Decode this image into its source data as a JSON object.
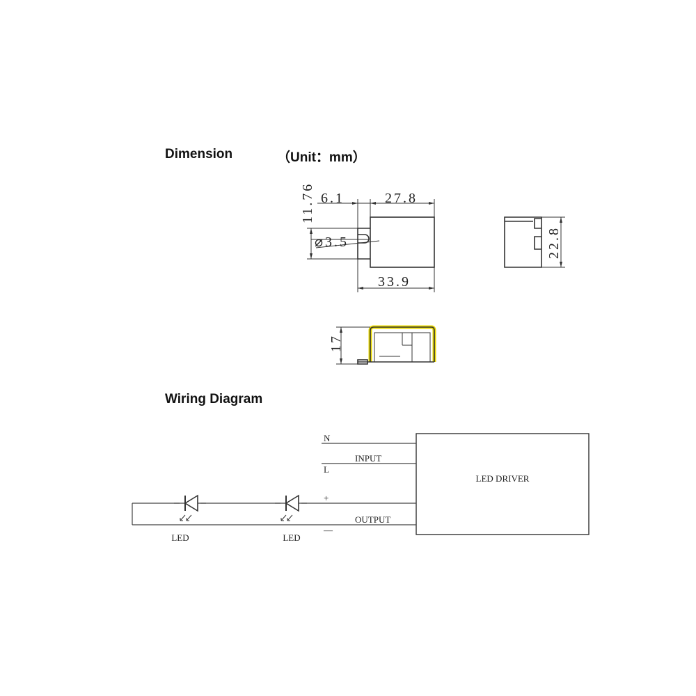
{
  "dimension_section": {
    "title": "Dimension",
    "unit": "（Unit：mm）",
    "top_view": {
      "height_label": "11.76",
      "tab_label": "6.1",
      "body_length_label": "27.8",
      "hole_label": "⌀3.5",
      "overall_length_label": "33.9"
    },
    "end_view": {
      "width_label": "22.8"
    },
    "side_view": {
      "height_label": "17"
    },
    "colors": {
      "highlight": "#e8d800"
    }
  },
  "wiring_section": {
    "title": "Wiring Diagram",
    "input_n": "N",
    "input_label": "INPUT",
    "input_l": "L",
    "output_plus": "+",
    "output_label": "OUTPUT",
    "output_minus": "—",
    "driver_label": "LED DRIVER",
    "led_labels": [
      "LED",
      "LED"
    ]
  }
}
